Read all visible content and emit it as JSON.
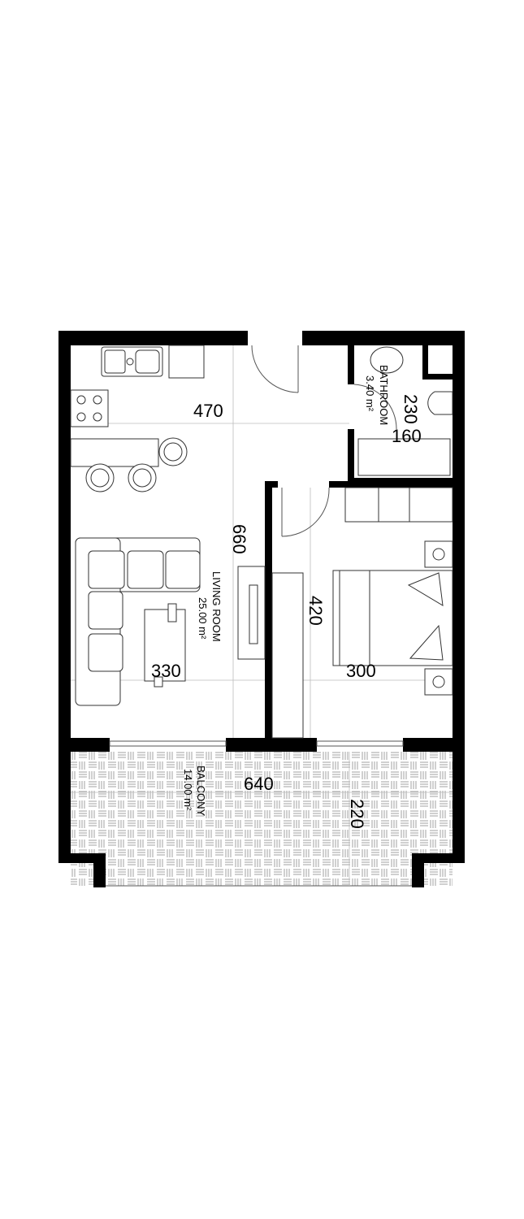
{
  "plan": {
    "rooms": {
      "living": {
        "name": "LIVING ROOM",
        "area": "25.00 m²"
      },
      "bathroom": {
        "name": "BATHROOM",
        "area": "3.40 m²"
      },
      "balcony": {
        "name": "BALCONY",
        "area": "14.00 m²"
      }
    },
    "dimensions": {
      "kitchen_width": "470",
      "living_depth": "660",
      "living_width": "330",
      "bedroom_depth": "420",
      "bedroom_width": "300",
      "bathroom_depth": "230",
      "bathroom_width": "160",
      "balcony_width": "640",
      "balcony_depth": "220"
    },
    "colors": {
      "wall": "#000000",
      "line": "#555555",
      "guide": "#bbbbbb"
    }
  }
}
